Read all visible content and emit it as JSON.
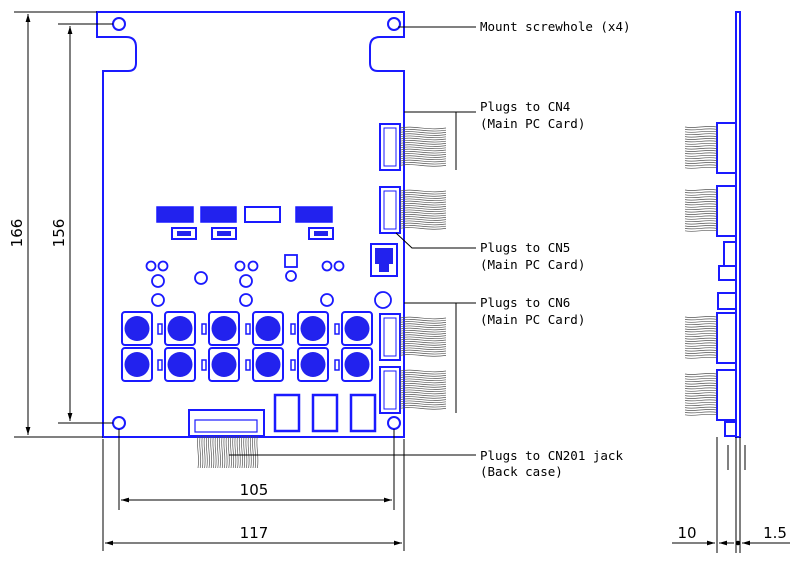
{
  "colors": {
    "board_outline": "#1a1aff",
    "component_fill": "#2222ee",
    "dimension_line": "#000000"
  },
  "callouts": {
    "mount": "Mount screwhole (x4)",
    "cn4_line1": "Plugs to CN4",
    "cn4_line2": "(Main PC Card)",
    "cn5_line1": "Plugs to CN5",
    "cn5_line2": "(Main PC Card)",
    "cn6_line1": "Plugs to CN6",
    "cn6_line2": "(Main PC Card)",
    "cn201_line1": "Plugs to CN201 jack",
    "cn201_line2": "(Back case)"
  },
  "dimensions": {
    "overall_height": "166",
    "hole_height": "156",
    "hole_width": "105",
    "overall_width": "117",
    "side_depth": "10",
    "board_thickness": "1.5"
  }
}
